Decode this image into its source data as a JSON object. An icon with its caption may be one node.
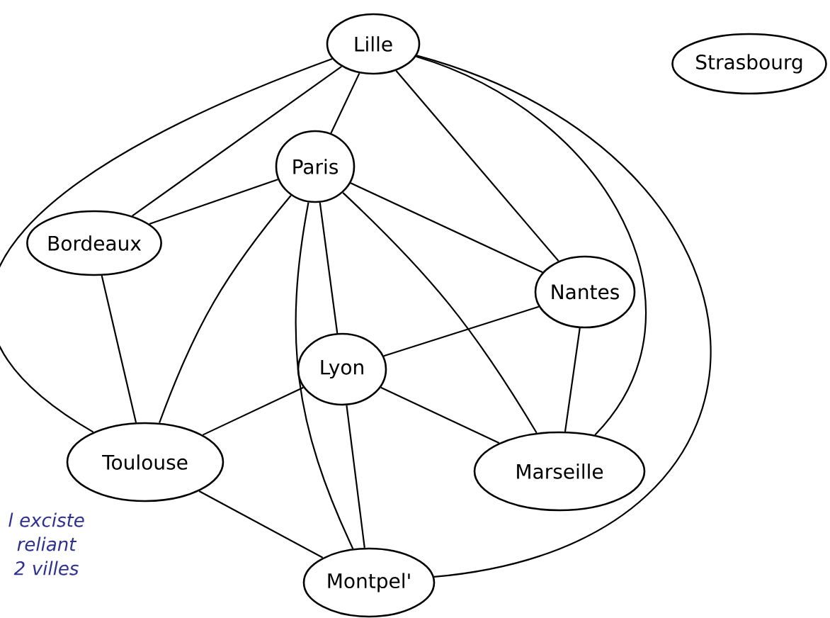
{
  "diagram": {
    "nodes": [
      {
        "text": [
          "Lille"
        ]
      },
      {
        "text": [
          "Strasbourg"
        ]
      },
      {
        "text": [
          "Paris"
        ]
      },
      {
        "text": [
          "Bordeaux"
        ]
      },
      {
        "text": [
          "Nantes"
        ]
      },
      {
        "text": [
          "Lyon"
        ]
      },
      {
        "text": [
          "Toulouse"
        ]
      },
      {
        "text": [
          "Marseille"
        ]
      },
      {
        "text": [
          "Montpel'"
        ]
      }
    ],
    "edges": [
      {
        "from": 0,
        "to": 3,
        "arrow": "none"
      },
      {
        "from": 0,
        "to": 6,
        "arrow": "none"
      },
      {
        "from": 0,
        "to": 2,
        "arrow": "none"
      },
      {
        "from": 0,
        "to": 4,
        "arrow": "none"
      },
      {
        "from": 0,
        "to": 7,
        "arrow": "none"
      },
      {
        "from": 0,
        "to": 8,
        "arrow": "none"
      },
      {
        "from": 2,
        "to": 3,
        "arrow": "none"
      },
      {
        "from": 2,
        "to": 6,
        "arrow": "none"
      },
      {
        "from": 2,
        "to": 8,
        "arrow": "none"
      },
      {
        "from": 2,
        "to": 5,
        "arrow": "none"
      },
      {
        "from": 2,
        "to": 7,
        "arrow": "none"
      },
      {
        "from": 2,
        "to": 4,
        "arrow": "none"
      },
      {
        "from": 3,
        "to": 6,
        "arrow": "none"
      },
      {
        "from": 5,
        "to": 4,
        "arrow": "none"
      },
      {
        "from": 5,
        "to": 6,
        "arrow": "none"
      },
      {
        "from": 5,
        "to": 7,
        "arrow": "none"
      },
      {
        "from": 5,
        "to": 8,
        "arrow": "none"
      },
      {
        "from": 4,
        "to": 7,
        "arrow": "none"
      },
      {
        "from": 6,
        "to": 8,
        "arrow": "none"
      }
    ],
    "labels": [
      "l exciste reliant 2 villes"
    ]
  }
}
